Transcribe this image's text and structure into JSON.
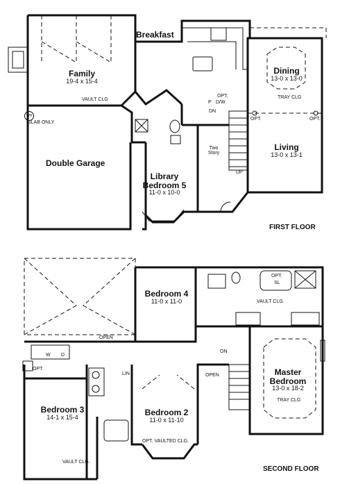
{
  "first_floor": {
    "title": "FIRST FLOOR",
    "rooms": {
      "breakfast": {
        "name": "Breakfast"
      },
      "family": {
        "name": "Family",
        "dim": "19-4 x 15-4",
        "note": "VAULT CLG"
      },
      "dining": {
        "name": "Dining",
        "dim": "13-0 x 13-0",
        "note": "TRAY CLG"
      },
      "living": {
        "name": "Living",
        "dim": "13-0 x 13-1"
      },
      "garage": {
        "name": "Double Garage"
      },
      "library": {
        "name": "Library",
        "name2": "Bedroom 5",
        "dim": "11-0 x 10-0"
      },
      "two_story": {
        "line1": "Two",
        "line2": "Story"
      }
    },
    "labels": {
      "wh": "WH",
      "slab": "SLAB ONLY",
      "opt1": "OPT.",
      "dw": "D/W",
      "dn": "DN",
      "up": "UP",
      "opt_dining_left": "OPT.",
      "opt_dining_right": "OPT.",
      "p": "P"
    }
  },
  "second_floor": {
    "title": "SECOND FLOOR",
    "rooms": {
      "bedroom4": {
        "name": "Bedroom 4",
        "dim": "11-0 x 11-0"
      },
      "master": {
        "name": "Master",
        "name2": "Bedroom",
        "dim": "13-0 x 18-2",
        "note": "TRAY CLG"
      },
      "bedroom3": {
        "name": "Bedroom 3",
        "dim": "14-1 x 15-4"
      },
      "bedroom2": {
        "name": "Bedroom 2",
        "dim": "11-0 x 11-10"
      }
    },
    "labels": {
      "open_attic": "OPEN",
      "open_stair": "OPEN",
      "vault_bath": "VAULT CLG.",
      "vault_bed3": "VAULT CLG.",
      "opt_vaulted": "OPT. VAULTED CLG.",
      "opt_laundry": "OPT.",
      "lin": "LIN",
      "on": "ON",
      "w": "W",
      "d": "D",
      "tub_opt": "OPT.",
      "tub_sl": "SL"
    }
  }
}
